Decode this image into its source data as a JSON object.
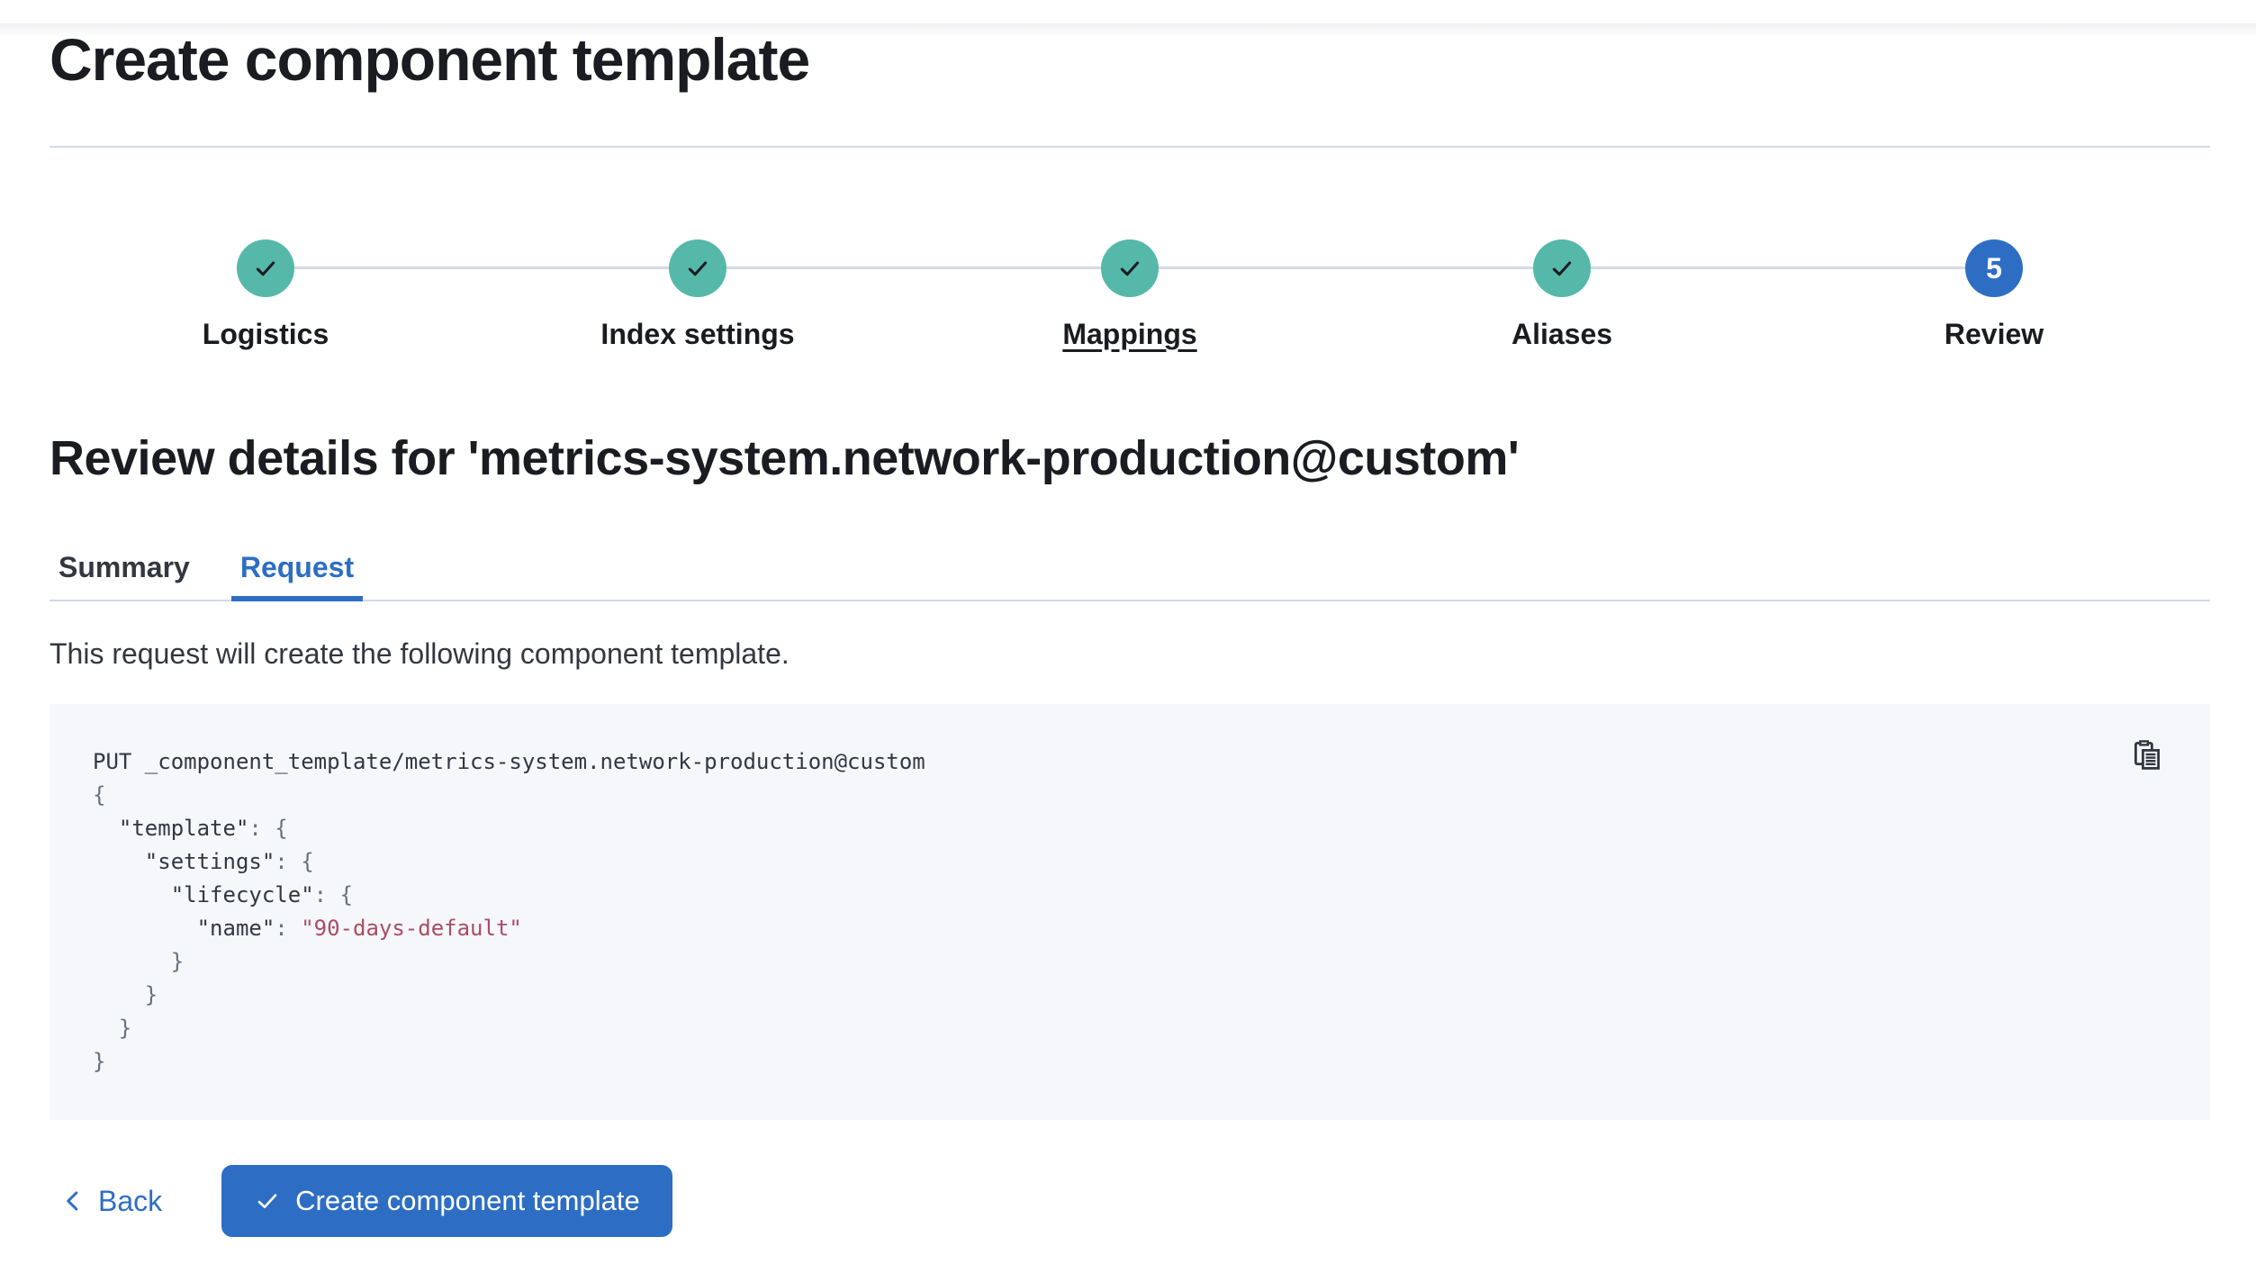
{
  "page": {
    "title": "Create component template",
    "section_heading": "Review details for 'metrics-system.network-production@custom'",
    "description": "This request will create the following component template."
  },
  "stepper": {
    "steps": [
      {
        "label": "Logistics",
        "status": "complete",
        "icon": "check-icon",
        "underlined": false
      },
      {
        "label": "Index settings",
        "status": "complete",
        "icon": "check-icon",
        "underlined": false
      },
      {
        "label": "Mappings",
        "status": "complete",
        "icon": "check-icon",
        "underlined": true
      },
      {
        "label": "Aliases",
        "status": "complete",
        "icon": "check-icon",
        "underlined": false
      },
      {
        "label": "Review",
        "status": "current",
        "number": "5",
        "underlined": false
      }
    ]
  },
  "tabs": [
    {
      "label": "Summary",
      "active": false
    },
    {
      "label": "Request",
      "active": true
    }
  ],
  "code": {
    "copy_icon": "copy-clipboard-icon",
    "lines": [
      [
        {
          "c": "k",
          "t": "PUT _component_template/metrics-system.network-production@custom"
        }
      ],
      [
        {
          "c": "p",
          "t": "{"
        }
      ],
      [
        {
          "c": "k",
          "t": "  \"template\""
        },
        {
          "c": "p",
          "t": ": {"
        }
      ],
      [
        {
          "c": "k",
          "t": "    \"settings\""
        },
        {
          "c": "p",
          "t": ": {"
        }
      ],
      [
        {
          "c": "k",
          "t": "      \"lifecycle\""
        },
        {
          "c": "p",
          "t": ": {"
        }
      ],
      [
        {
          "c": "k",
          "t": "        \"name\""
        },
        {
          "c": "p",
          "t": ": "
        },
        {
          "c": "s",
          "t": "\"90-days-default\""
        }
      ],
      [
        {
          "c": "p",
          "t": "      }"
        }
      ],
      [
        {
          "c": "p",
          "t": "    }"
        }
      ],
      [
        {
          "c": "p",
          "t": "  }"
        }
      ],
      [
        {
          "c": "p",
          "t": "}"
        }
      ]
    ]
  },
  "footer": {
    "back_label": "Back",
    "submit_label": "Create component template"
  },
  "colors": {
    "primary": "#2D6EC4",
    "success_teal": "#55B8A8",
    "border": "#D3DAE6",
    "code_background": "#F5F7FA",
    "code_text": "#343741",
    "code_string": "#AA4D64",
    "title": "#1A1C21",
    "text": "#343741"
  }
}
